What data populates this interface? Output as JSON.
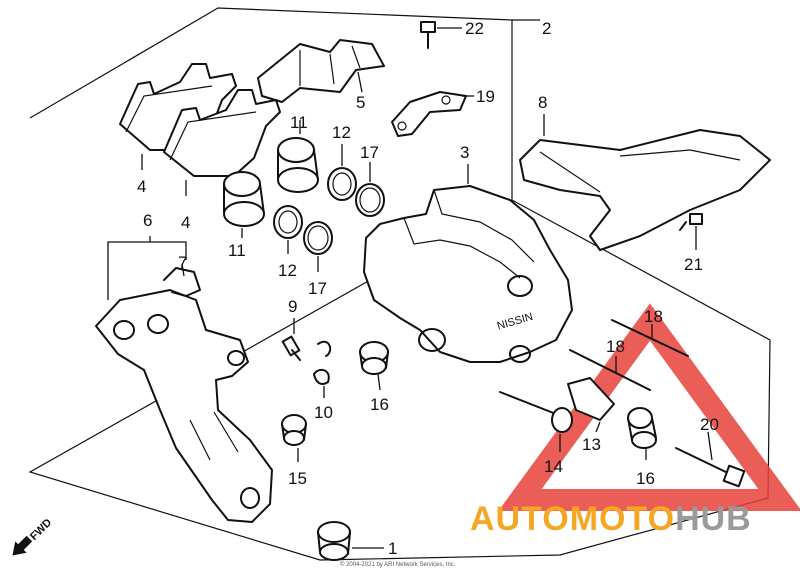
{
  "labels": {
    "p1": "1",
    "p2": "2",
    "p3": "3",
    "p4a": "4",
    "p4b": "4",
    "p5": "5",
    "p6": "6",
    "p7": "7",
    "p8": "8",
    "p9": "9",
    "p10": "10",
    "p11a": "11",
    "p11b": "11",
    "p12a": "12",
    "p12b": "12",
    "p13": "13",
    "p14": "14",
    "p15": "15",
    "p16a": "16",
    "p16b": "16",
    "p17a": "17",
    "p17b": "17",
    "p18a": "18",
    "p18b": "18",
    "p19": "19",
    "p20": "20",
    "p21": "21",
    "p22": "22"
  },
  "direction": "FWD",
  "caliper_cast_text": "NISSIN",
  "watermark": {
    "part1": "AUTOMOTO",
    "part2": "HUB"
  },
  "copyright": "© 2004-2021 by ARI Network Services, Inc.",
  "colors": {
    "watermark_red": "#e8413a",
    "watermark_orange": "#f5a623",
    "watermark_gray": "#9a9a9a",
    "line": "#111111"
  }
}
